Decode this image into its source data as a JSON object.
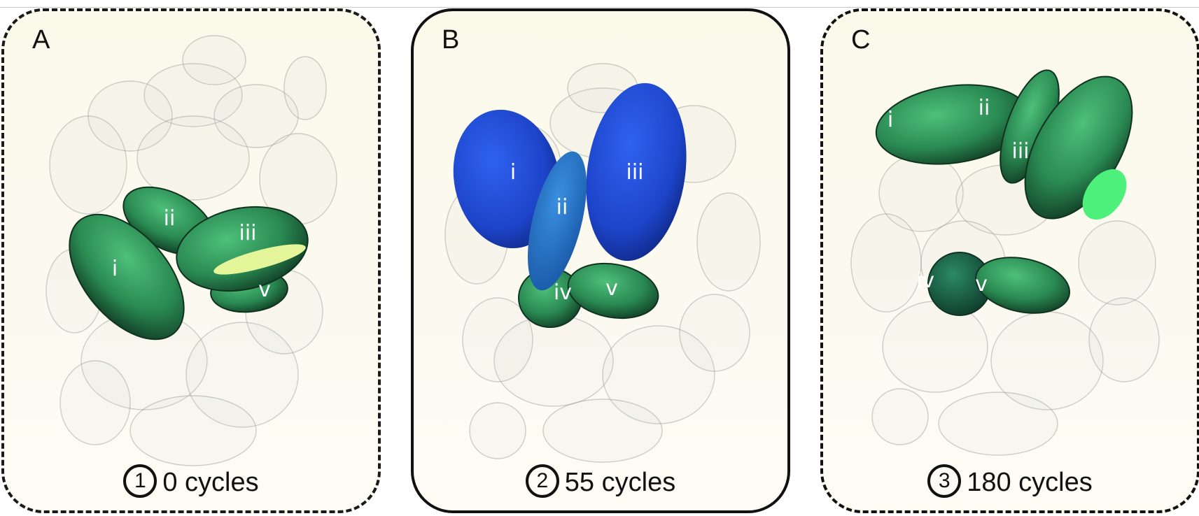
{
  "panels": [
    {
      "letter": "A",
      "badge": "1",
      "cycles": "0 cycles",
      "cells": [
        "i",
        "ii",
        "iii",
        "v"
      ]
    },
    {
      "letter": "B",
      "badge": "2",
      "cycles": "55 cycles",
      "cells": [
        "i",
        "ii",
        "iii",
        "iv",
        "v"
      ]
    },
    {
      "letter": "C",
      "badge": "3",
      "cycles": "180 cycles",
      "cells": [
        "i",
        "ii",
        "iii",
        "iv",
        "v"
      ]
    }
  ],
  "colors": {
    "green": "#2f9a5a",
    "dark_green": "#1f6b43",
    "highlight_yellow": "#e4f59a",
    "highlight_green": "#4cf07a",
    "blue": "#1f48d6",
    "light_blue": "#2a78c8"
  }
}
